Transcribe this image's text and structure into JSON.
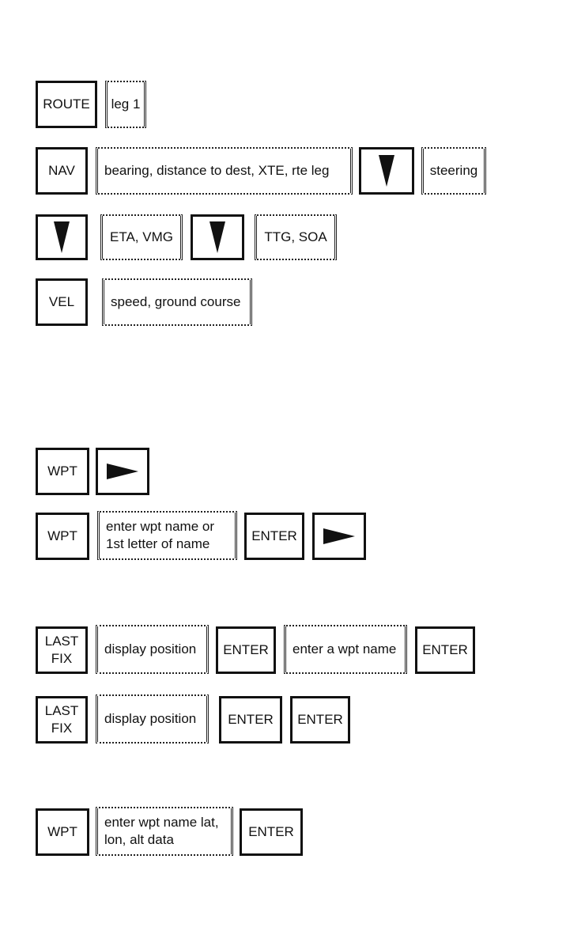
{
  "keys": {
    "route": "ROUTE",
    "nav": "NAV",
    "vel": "VEL",
    "wpt": "WPT",
    "enter": "ENTER",
    "last_fix": "LAST\nFIX"
  },
  "icons": {
    "down": "down-arrow-icon",
    "right": "right-arrow-icon"
  },
  "displays": {
    "leg_1": "leg 1",
    "nav_info": "bearing, distance  to dest, XTE, rte leg",
    "steering": "steering",
    "eta_vmg": "ETA, VMG",
    "ttg_soa": "TTG, SOA",
    "speed_course": "speed, ground course",
    "enter_wpt_name": "enter wpt name or\n1st letter of name",
    "display_position": "display position",
    "enter_a_wpt_name": "enter a wpt name",
    "enter_wpt_data": "enter wpt name lat,\nlon, alt data"
  }
}
